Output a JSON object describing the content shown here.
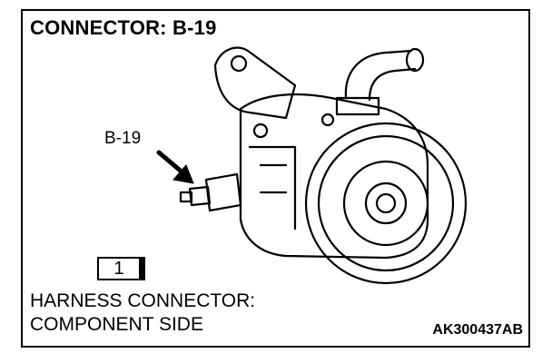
{
  "diagram": {
    "title": "CONNECTOR: B-19",
    "callout_label": "B-19",
    "terminal_number": "1",
    "view_line1": "HARNESS CONNECTOR:",
    "view_line2": "COMPONENT SIDE",
    "figure_code": "AK300437AB"
  },
  "colors": {
    "ink": "#000000",
    "paper": "#ffffff"
  }
}
